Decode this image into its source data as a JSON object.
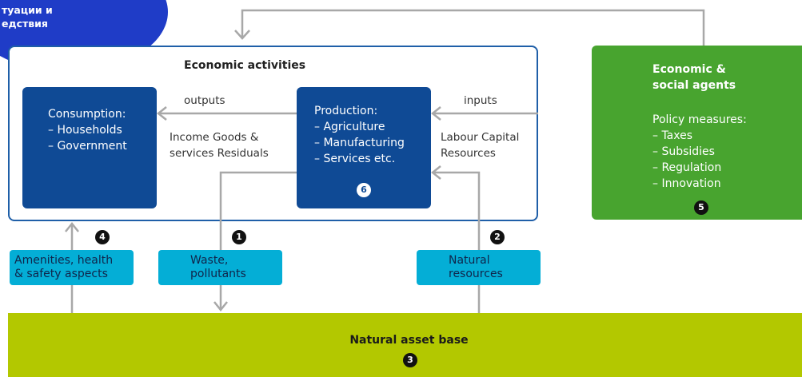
{
  "corner_badge": {
    "text": "туации и\nедствия"
  },
  "economic_activities": {
    "title": "Economic activities",
    "consumption": {
      "text": "Consumption:\n– Households\n– Government"
    },
    "production": {
      "text": "Production:\n– Agriculture\n– Manufacturing\n– Services etc.",
      "marker": "6"
    },
    "outputs_label": "outputs",
    "outputs_detail": "Income Goods &\nservices Residuals",
    "inputs_label": "inputs",
    "inputs_detail": "Labour Capital\nResources"
  },
  "agents": {
    "title": "Economic &\nsocial agents",
    "policy": "Policy measures:\n– Taxes\n– Subsidies\n– Regulation\n– Innovation",
    "marker": "5"
  },
  "flows": [
    {
      "label": "Amenities, health\n& safety aspects",
      "marker": "4"
    },
    {
      "label": "Waste,\npollutants",
      "marker": "1"
    },
    {
      "label": "Natural\nresources",
      "marker": "2"
    }
  ],
  "asset_base": {
    "title": "Natural asset base",
    "marker": "3"
  },
  "colors": {
    "corner": "#1f3cc7",
    "frame": "#1f5fa8",
    "dark_box": "#0f4a95",
    "green": "#48a42f",
    "cyan": "#04aed6",
    "olive": "#b3c800",
    "arrow": "#a8a8a8"
  }
}
